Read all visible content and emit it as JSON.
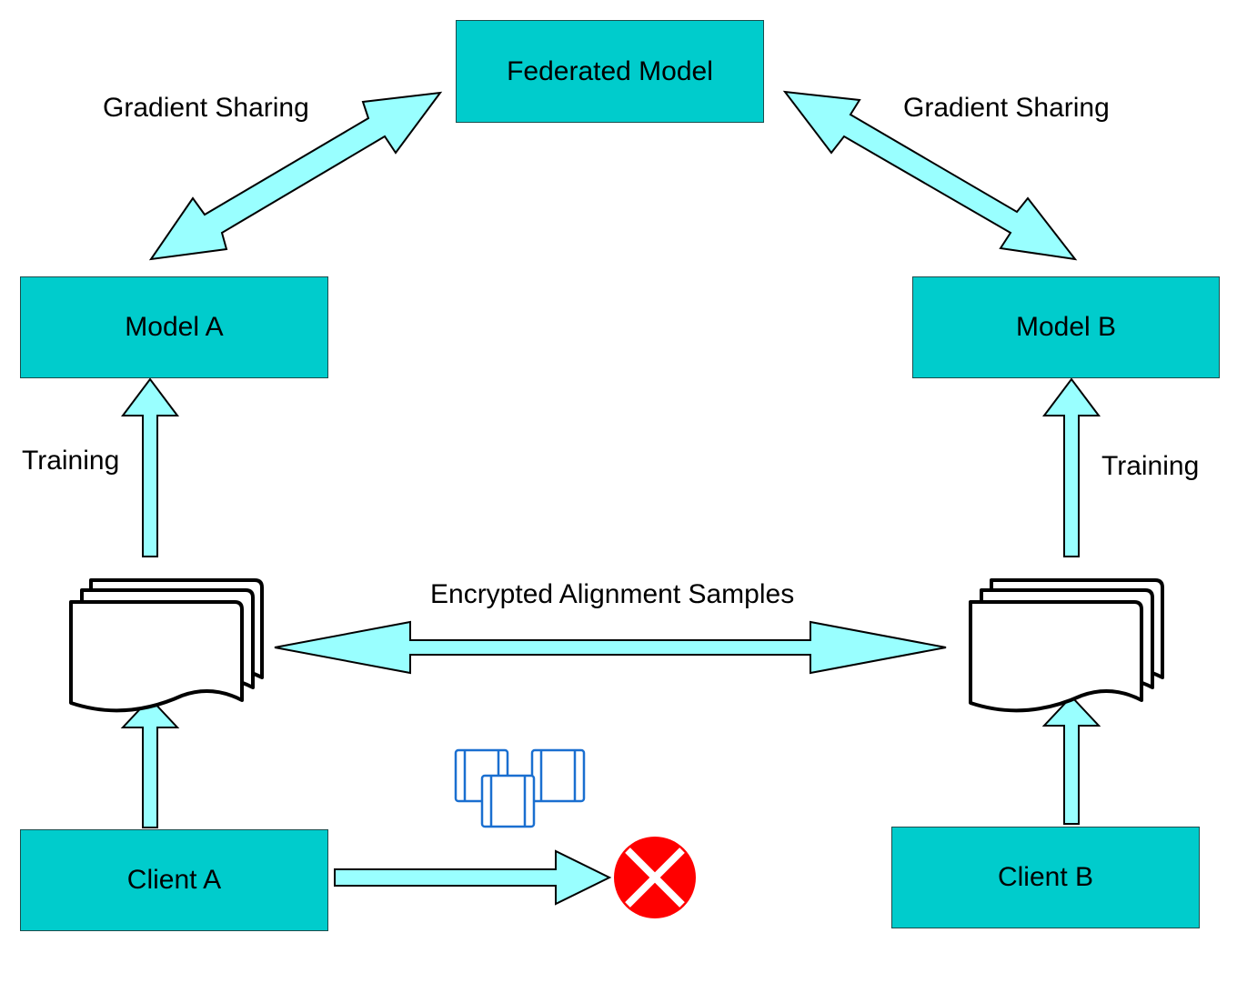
{
  "nodes": {
    "federated_model": "Federated Model",
    "model_a": "Model A",
    "model_b": "Model B",
    "client_a": "Client A",
    "client_b": "Client B"
  },
  "edges": {
    "gradient_sharing_left": "Gradient Sharing",
    "gradient_sharing_right": "Gradient Sharing",
    "training_left": "Training",
    "training_right": "Training",
    "encrypted_alignment": "Encrypted Alignment Samples"
  },
  "icons": {
    "documents_a": "document-stack-icon",
    "documents_b": "document-stack-icon",
    "blocks": "cube-blocks-icon",
    "blocked": "red-x-circle-icon"
  },
  "colors": {
    "box_fill": "#00cccc",
    "arrow_fill": "#99ffff",
    "blocked_red": "#ff0000",
    "blocks_blue": "#1a6fd0"
  }
}
